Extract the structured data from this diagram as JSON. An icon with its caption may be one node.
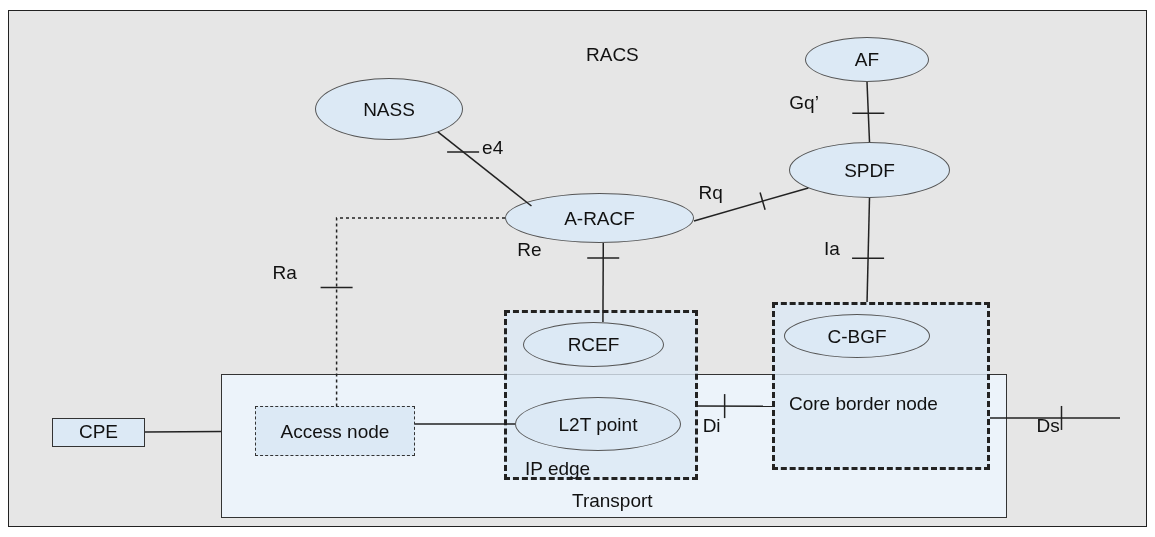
{
  "diagram": {
    "nodes": [
      {
        "text": [
          "RACS"
        ]
      },
      {
        "text": [
          "AF"
        ],
        "in": 0
      },
      {
        "text": [
          "NASS"
        ],
        "in": 0
      },
      {
        "text": [
          "SPDF"
        ],
        "in": 0
      },
      {
        "text": [
          "A-RACF"
        ],
        "in": 0
      },
      {
        "text": [
          "Transport"
        ],
        "in": 0
      },
      {
        "text": [
          "IP edge"
        ],
        "in": 0
      },
      {
        "text": [
          "RCEF"
        ],
        "in": 6
      },
      {
        "text": [
          "L2T point"
        ]
      },
      {
        "text": [
          "Core border node"
        ],
        "in": 0
      },
      {
        "text": [
          "C-BGF"
        ],
        "in": 9
      },
      {
        "text": [
          "CPE"
        ],
        "in": 0
      },
      {
        "text": [
          "Access node"
        ],
        "in": 5
      }
    ],
    "edges": [
      {
        "from": 1,
        "to": 3,
        "arrow": "none",
        "label": "Gq’"
      },
      {
        "from": 2,
        "to": 4,
        "arrow": "none",
        "label": "e4"
      },
      {
        "from": 4,
        "to": 3,
        "arrow": "none",
        "label": "Rq"
      },
      {
        "from": 3,
        "to": 9,
        "arrow": "none",
        "label": "Ia"
      },
      {
        "from": 4,
        "to": 7,
        "arrow": "none",
        "label": "Re"
      },
      {
        "from": 4,
        "to": 12,
        "arrow": "none",
        "label": "Ra",
        "style": "dashed"
      },
      {
        "from": 11,
        "to": 5,
        "arrow": "none"
      },
      {
        "from": 12,
        "to": 8,
        "arrow": "none"
      },
      {
        "from": 6,
        "to": 9,
        "arrow": "none",
        "label": "Di"
      },
      {
        "from": 9,
        "to": null,
        "arrow": "none",
        "label": "Ds"
      }
    ]
  }
}
